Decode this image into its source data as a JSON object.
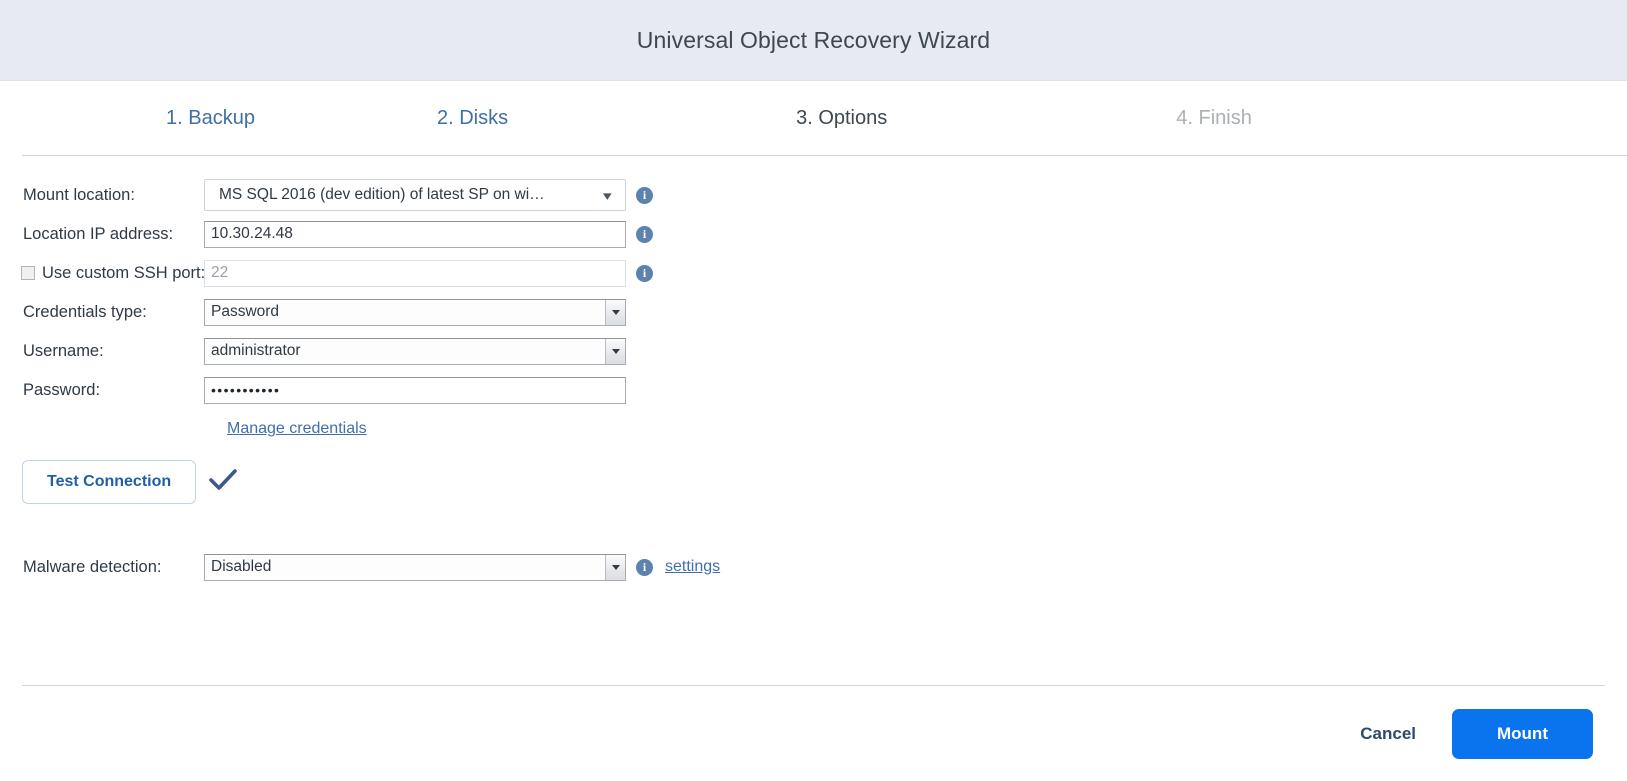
{
  "window": {
    "title": "Universal Object Recovery Wizard",
    "titlebar_bg": "#e7eaf0"
  },
  "steps": [
    {
      "label": "1. Backup",
      "state": "link"
    },
    {
      "label": "2. Disks",
      "state": "link"
    },
    {
      "label": "3. Options",
      "state": "current"
    },
    {
      "label": "4. Finish",
      "state": "disabled"
    }
  ],
  "form": {
    "mount_location": {
      "label": "Mount location:",
      "value": "MS SQL 2016 (dev edition) of latest SP on wi…",
      "chevron": "▾",
      "info": "i"
    },
    "location_ip": {
      "label": "Location IP address:",
      "value": "10.30.24.48",
      "info": "i"
    },
    "ssh_port": {
      "label": "Use custom SSH port:",
      "checked": false,
      "placeholder": "22",
      "value": "22",
      "info": "i"
    },
    "credentials_type": {
      "label": "Credentials type:",
      "value": "Password"
    },
    "username": {
      "label": "Username:",
      "value": "administrator"
    },
    "password": {
      "label": "Password:",
      "value": "•••••••••••"
    },
    "manage_credentials_label": "Manage credentials",
    "test_connection_label": "Test Connection",
    "test_connection_status": "success",
    "malware_detection": {
      "label": "Malware detection:",
      "value": "Disabled",
      "info": "i",
      "settings_label": "settings"
    }
  },
  "footer": {
    "cancel_label": "Cancel",
    "mount_label": "Mount",
    "mount_color": "#0a74ee"
  }
}
